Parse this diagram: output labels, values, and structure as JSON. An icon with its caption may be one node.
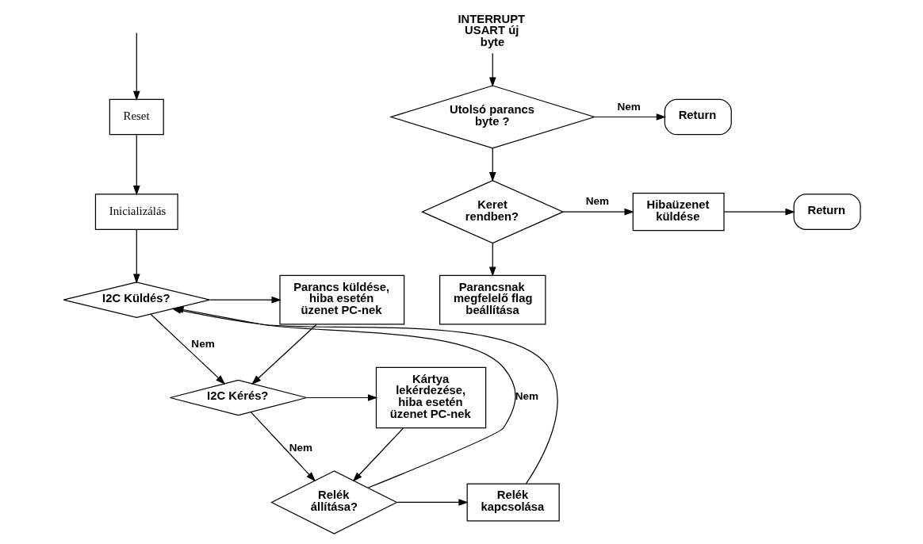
{
  "diagram": {
    "nodes": [
      {
        "text": [
          "Reset"
        ]
      },
      {
        "text": [
          "Inicializálás"
        ]
      },
      {
        "text": [
          "I2C Küldés?"
        ]
      },
      {
        "text": [
          "Parancs küldése, hiba esetén üzenet PC-nek"
        ]
      },
      {
        "text": [
          "I2C Kérés?"
        ]
      },
      {
        "text": [
          "Kártya lekérdezése, hiba esetén üzenet PC-nek"
        ]
      },
      {
        "text": [
          "Relék állítása?"
        ]
      },
      {
        "text": [
          "Relék kapcsolása"
        ]
      },
      {
        "text": [
          "INTERRUPT USART új byte"
        ]
      },
      {
        "text": [
          "Utolsó parancs byte ?"
        ]
      },
      {
        "text": [
          "Return"
        ]
      },
      {
        "text": [
          "Keret rendben?"
        ]
      },
      {
        "text": [
          "Hibaüzenet küldése"
        ]
      },
      {
        "text": [
          "Return"
        ]
      },
      {
        "text": [
          "Parancsnak megfelelő flag beállítása"
        ]
      }
    ],
    "edges": [
      {
        "from": null,
        "to": 0,
        "arrow": "to"
      },
      {
        "from": 0,
        "to": 1,
        "arrow": "to"
      },
      {
        "from": 1,
        "to": 2,
        "arrow": "to"
      },
      {
        "from": 2,
        "to": 3,
        "arrow": "to"
      },
      {
        "from": 2,
        "to": 4,
        "arrow": "to",
        "label": "Nem"
      },
      {
        "from": 3,
        "to": 4,
        "arrow": "to"
      },
      {
        "from": 4,
        "to": 5,
        "arrow": "to"
      },
      {
        "from": 4,
        "to": 6,
        "arrow": "to",
        "label": "Nem"
      },
      {
        "from": 5,
        "to": 6,
        "arrow": "to"
      },
      {
        "from": 6,
        "to": 7,
        "arrow": "to"
      },
      {
        "from": 6,
        "to": 2,
        "arrow": "to",
        "label": "Nem"
      },
      {
        "from": 7,
        "to": 2,
        "arrow": "to"
      },
      {
        "from": 8,
        "to": 9,
        "arrow": "to"
      },
      {
        "from": 9,
        "to": 10,
        "arrow": "to",
        "label": "Nem"
      },
      {
        "from": 9,
        "to": 11,
        "arrow": "to"
      },
      {
        "from": 11,
        "to": 12,
        "arrow": "to",
        "label": "Nem"
      },
      {
        "from": 12,
        "to": 13,
        "arrow": "to"
      },
      {
        "from": 11,
        "to": 14,
        "arrow": "to"
      }
    ]
  }
}
